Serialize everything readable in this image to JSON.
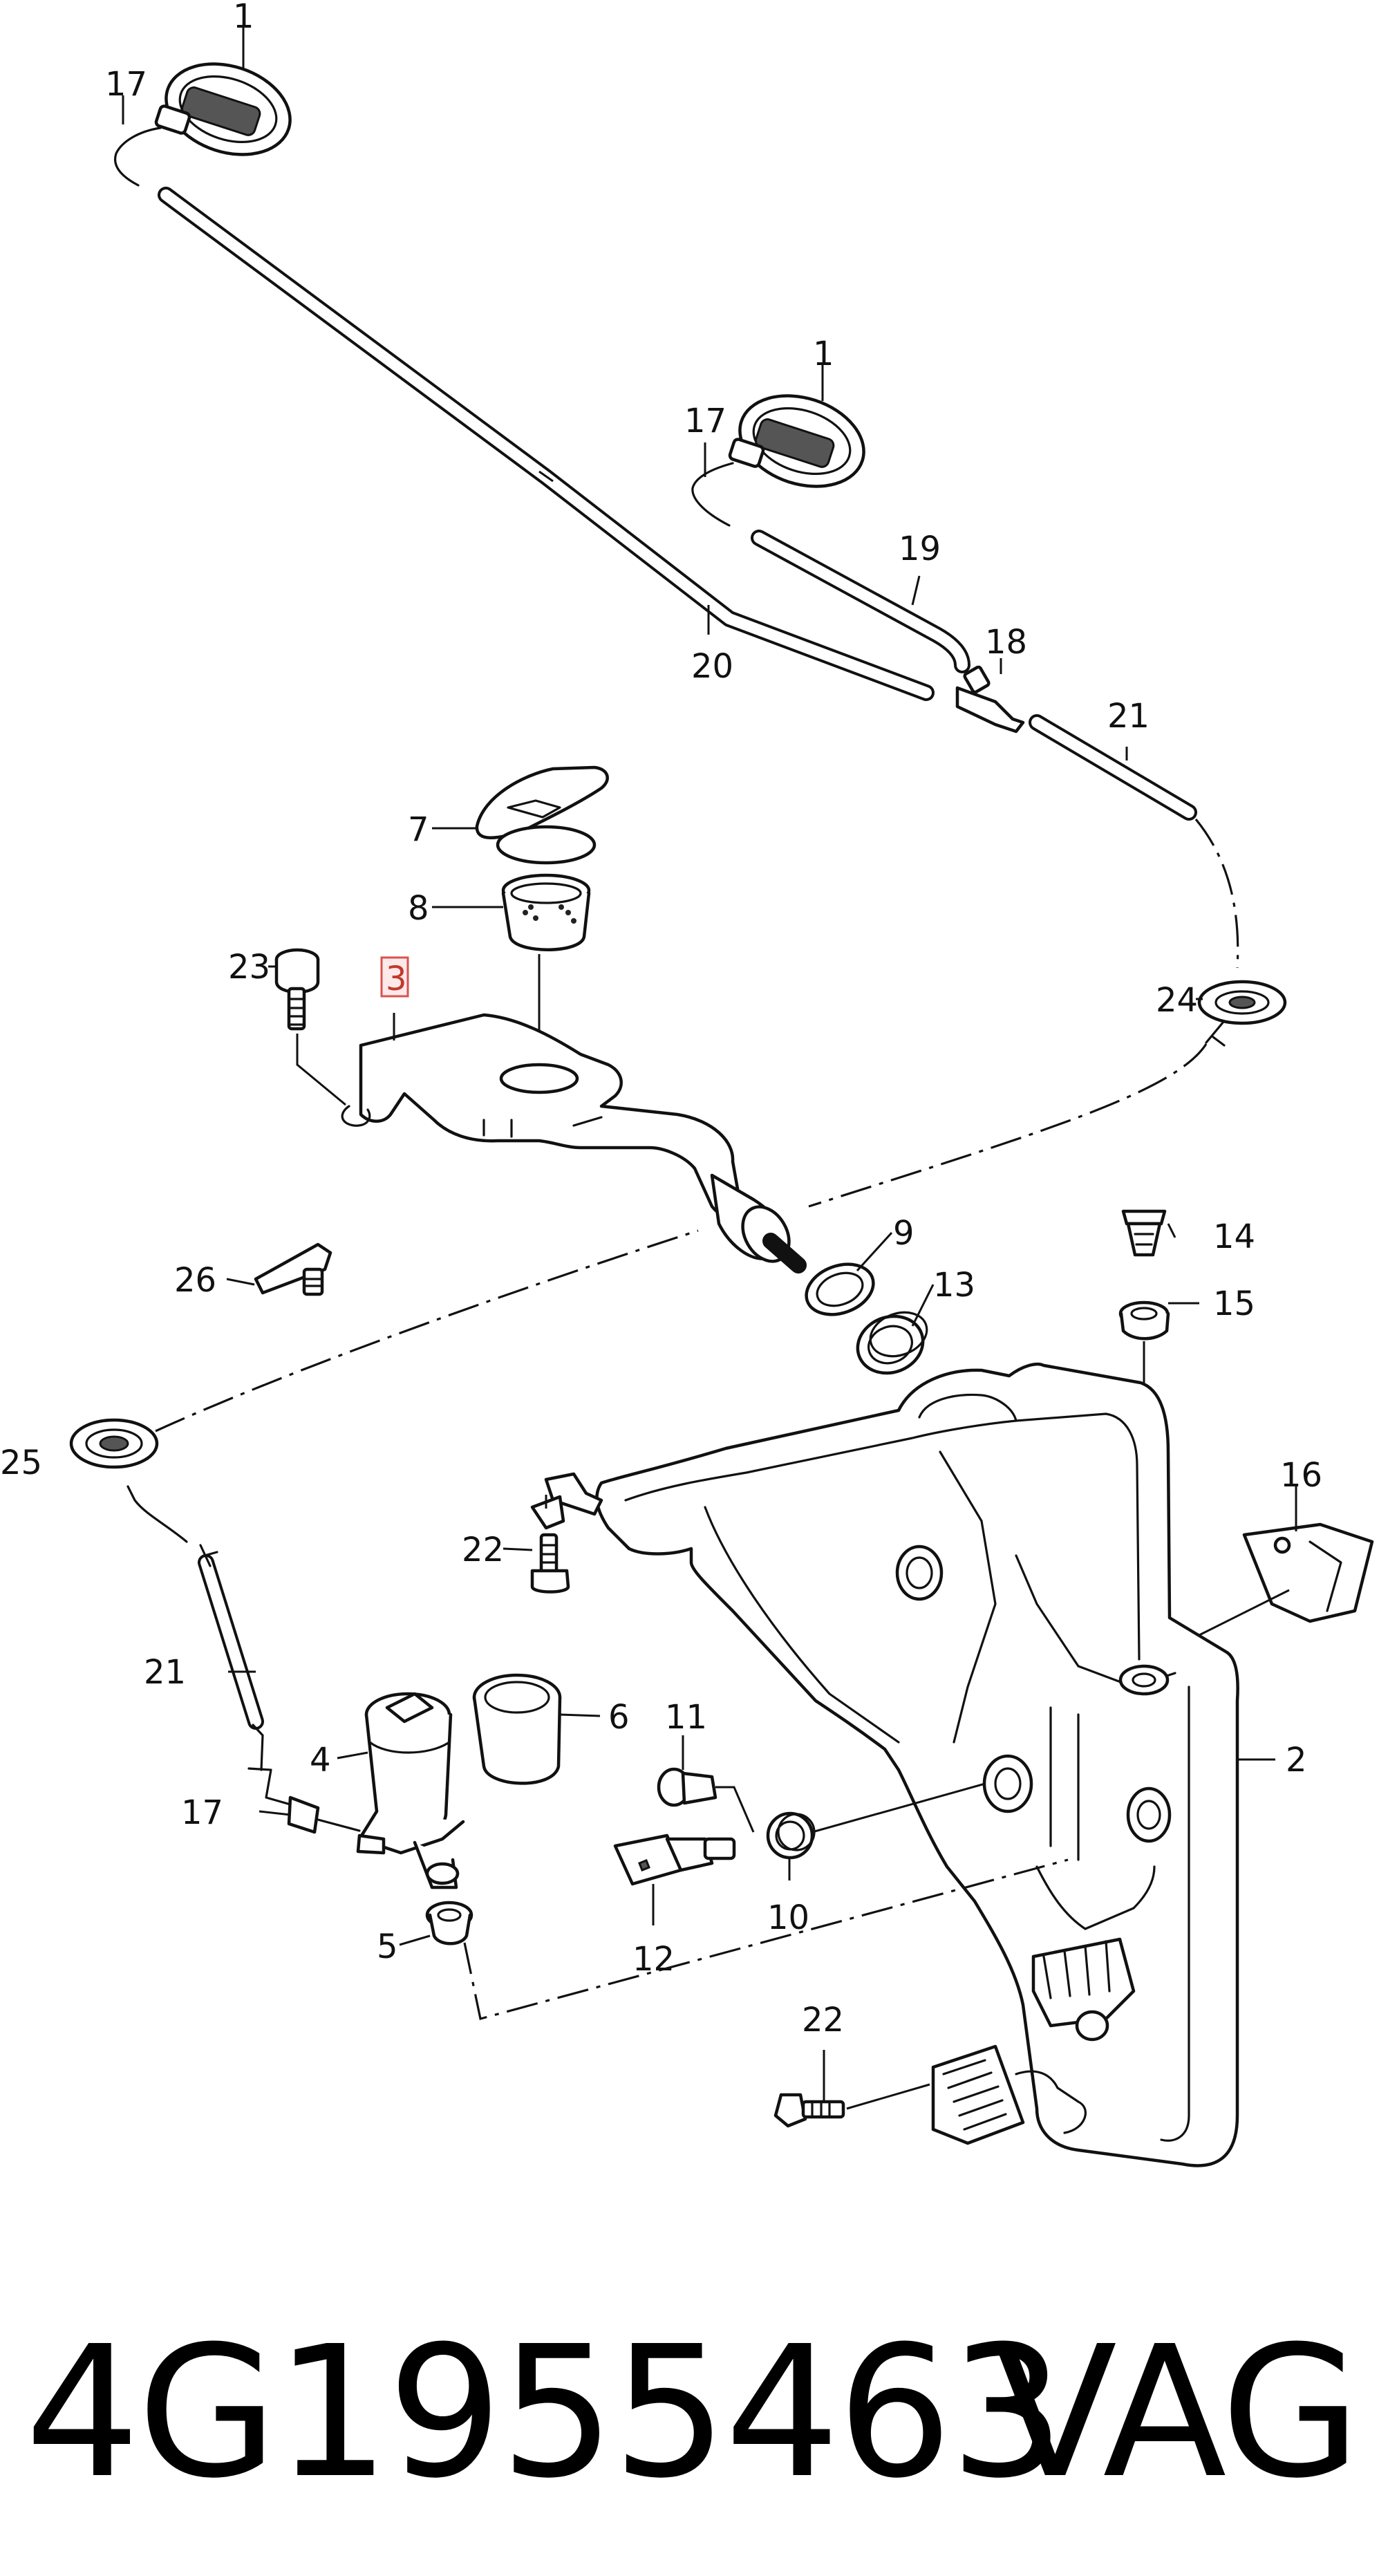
{
  "diagram": {
    "callouts": {
      "c1a": "1",
      "c1b": "1",
      "c2": "2",
      "c3": "3",
      "c4": "4",
      "c5": "5",
      "c6": "6",
      "c7": "7",
      "c8": "8",
      "c9": "9",
      "c10": "10",
      "c11": "11",
      "c12": "12",
      "c13": "13",
      "c14": "14",
      "c15": "15",
      "c16": "16",
      "c17a": "17",
      "c17b": "17",
      "c17c": "17",
      "c18": "18",
      "c19": "19",
      "c20": "20",
      "c21a": "21",
      "c21b": "21",
      "c22a": "22",
      "c22b": "22",
      "c23": "23",
      "c24": "24",
      "c25": "25",
      "c26": "26"
    },
    "highlighted_callout": "3",
    "highlight_color": "#d9534f"
  },
  "footer": {
    "part_number": "4G1955463",
    "brand": "VAG"
  }
}
